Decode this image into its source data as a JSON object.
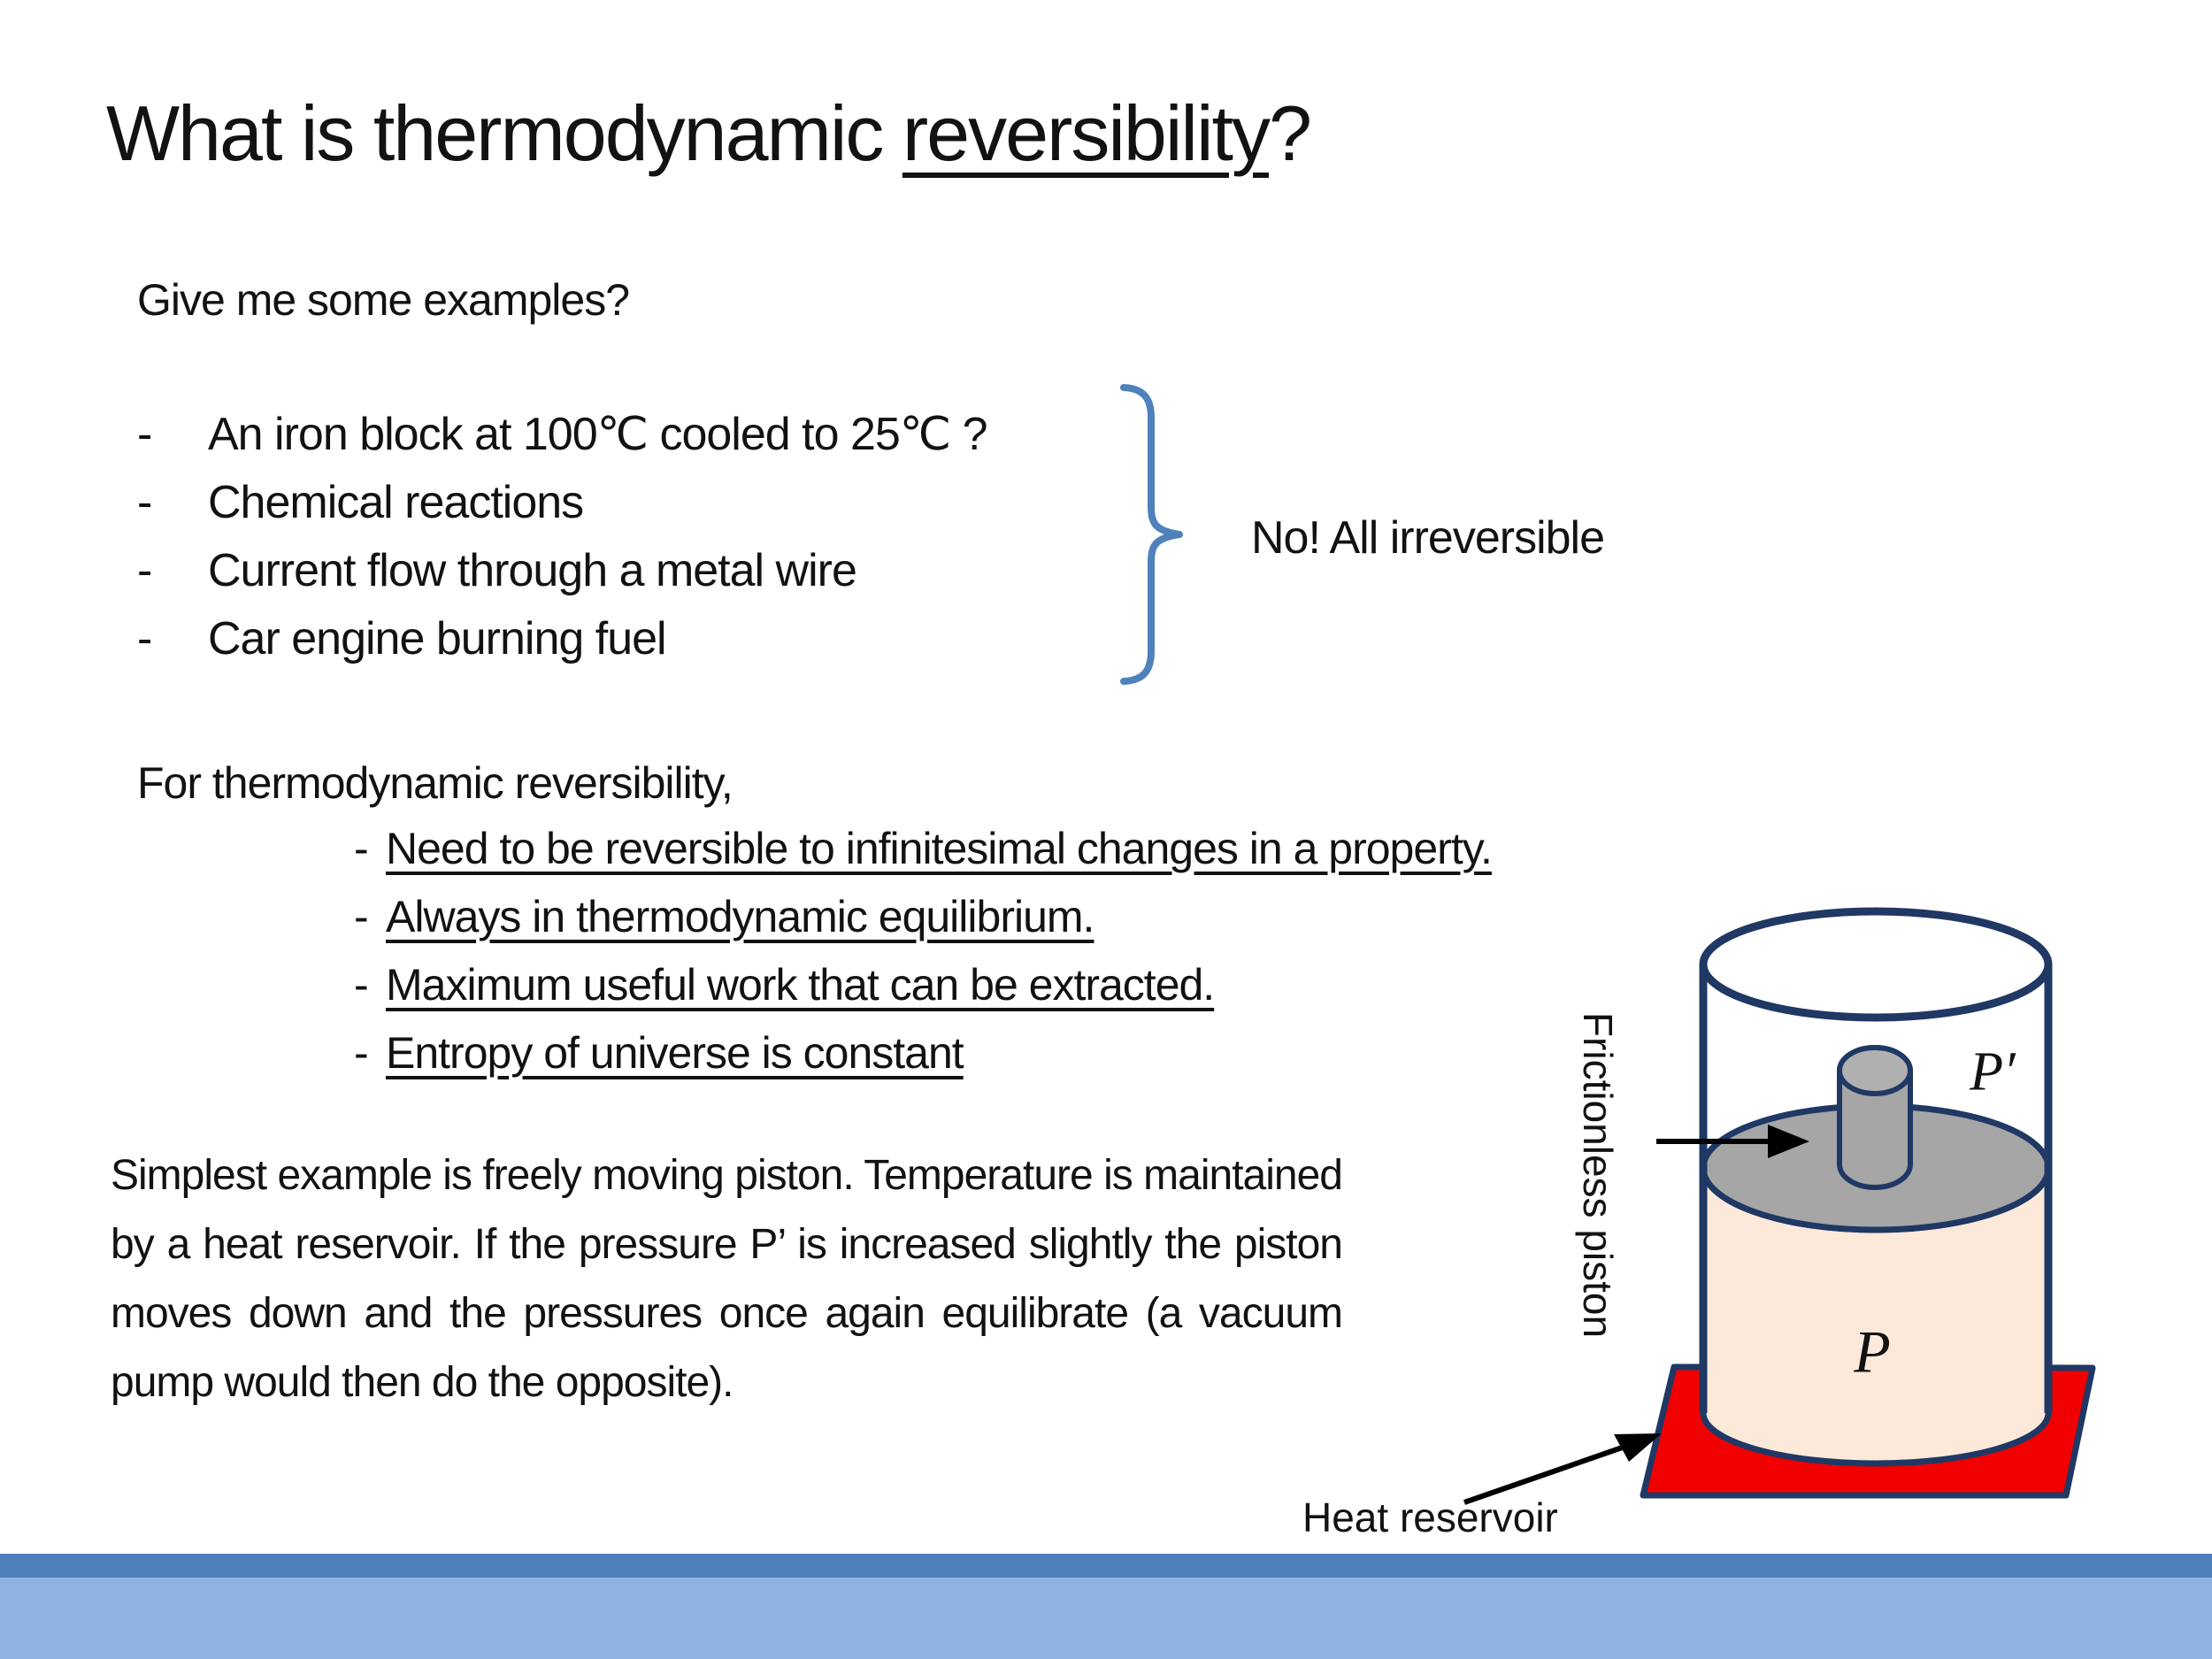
{
  "slide": {
    "title": {
      "prefix": "What is thermodynamic ",
      "underlined": "reversibility",
      "suffix": "?"
    },
    "question": "Give me some examples?",
    "example_dash": "-",
    "examples": [
      "An iron block at 100℃ cooled to 25℃ ?",
      "Chemical reactions",
      "Current flow through a metal wire",
      "Car engine burning fuel"
    ],
    "brace_label": "No! All irreversible",
    "conditions_intro": "For thermodynamic reversibility,",
    "condition_dash": "-",
    "conditions": [
      "Need to be reversible to infinitesimal changes in a property.",
      "Always in thermodynamic equilibrium.",
      "Maximum useful work that can be extracted.",
      "Entropy of universe is constant"
    ],
    "paragraph": "Simplest example is freely moving piston. Temperature is maintained by a heat reservoir. If the pressure P’ is increased slightly the piston moves down and the pressures once again equilibrate (a vacuum pump would then do the opposite).",
    "diagram": {
      "piston_label": "Frictionless piston",
      "outer_pressure_label": "P′",
      "inner_pressure_label": "P",
      "reservoir_label": "Heat reservoir"
    },
    "colors": {
      "accent_blue": "#4F81BD",
      "footer_light_blue": "#8FB2E3",
      "outline_navy": "#1F3864",
      "reservoir_red": "#F20000",
      "gas_peach": "#FDE9D9",
      "piston_gray": "#A6A6A6"
    }
  }
}
